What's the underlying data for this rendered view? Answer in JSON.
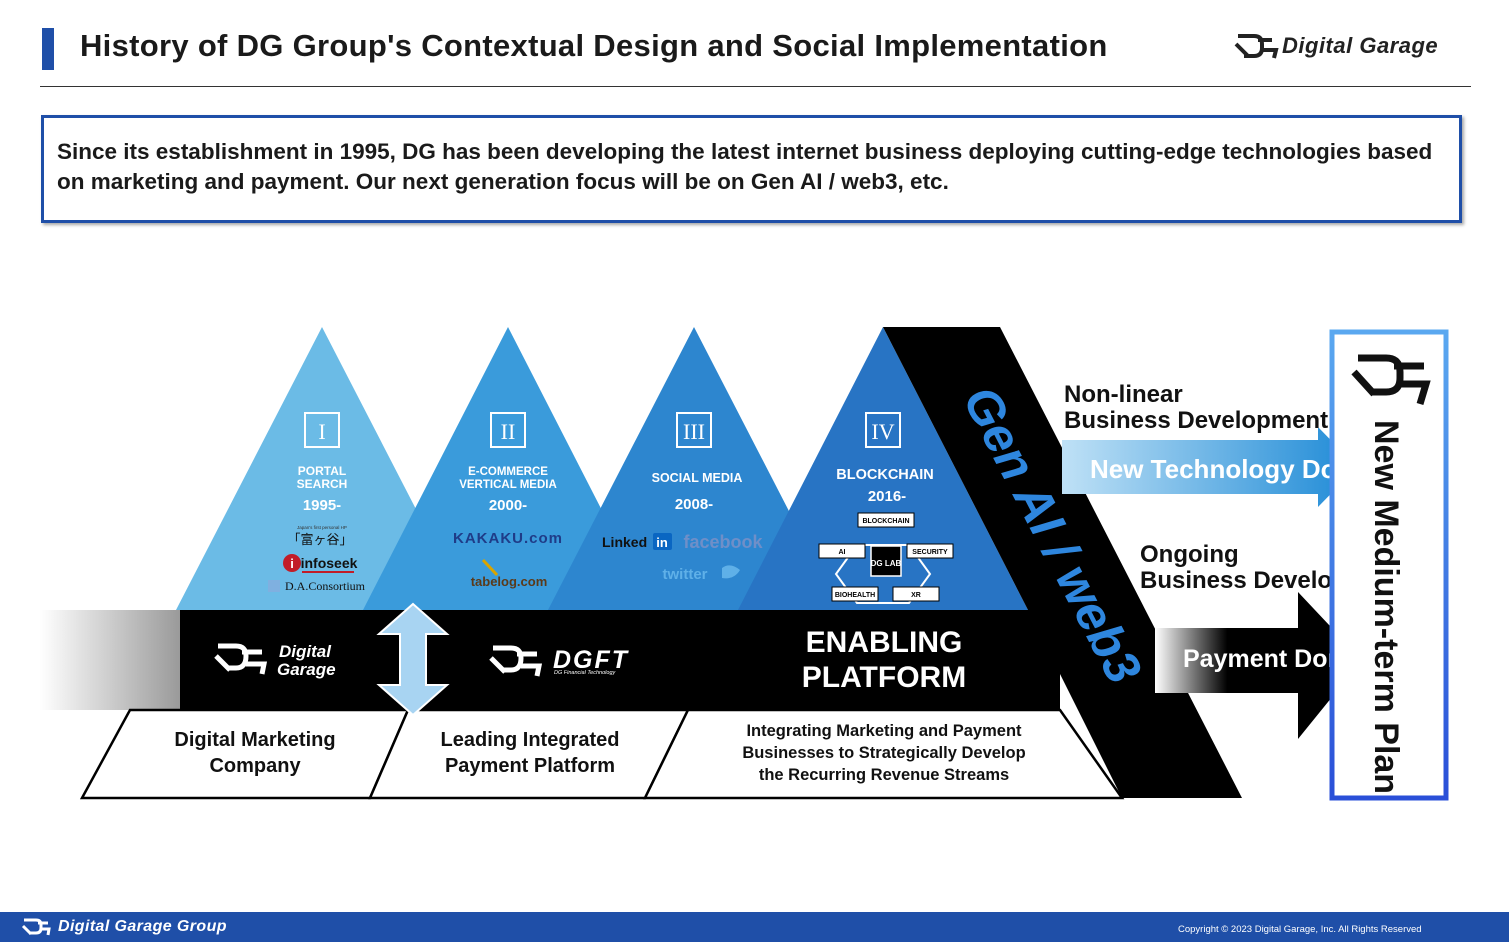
{
  "header": {
    "title": "History of DG Group's Contextual Design and Social Implementation",
    "brand": "Digital Garage"
  },
  "summary": "Since its establishment in 1995, DG has been developing the latest internet business deploying cutting-edge technologies based on marketing and payment. Our next generation focus will be on Gen AI / web3, etc.",
  "eras": [
    {
      "numeral": "I",
      "line1": "PORTAL",
      "line2": "SEARCH",
      "year": "1995-",
      "logos": [
        "「富ヶ谷」",
        "infoseek",
        "D.A.Consortium"
      ],
      "logo_caption": "Japan's first personal HP"
    },
    {
      "numeral": "II",
      "line1": "E-COMMERCE",
      "line2": "VERTICAL MEDIA",
      "year": "2000-",
      "logos": [
        "KAKAKU.com",
        "tabelog.com"
      ]
    },
    {
      "numeral": "III",
      "line1": "SOCIAL MEDIA",
      "line2": "",
      "year": "2008-",
      "logos": [
        "Linked",
        "in",
        "facebook",
        "twitter"
      ]
    },
    {
      "numeral": "IV",
      "line1": "BLOCKCHAIN",
      "line2": "",
      "year": "2016-",
      "labs": {
        "top": "BLOCKCHAIN",
        "left": "AI",
        "center": "DG LAB",
        "right": "SECURITY",
        "bottom_left": "BIOHEALTH",
        "bottom_right": "XR"
      }
    }
  ],
  "band": {
    "dg_brand": "Digital Garage",
    "dg_brand_l1": "Digital",
    "dg_brand_l2": "Garage",
    "dgft_brand": "DGFT",
    "dgft_sub": "DG Financial Technology",
    "enabling_l1": "ENABLING",
    "enabling_l2": "PLATFORM"
  },
  "roles": [
    {
      "l1": "Digital Marketing",
      "l2": "Company"
    },
    {
      "l1": "Leading Integrated",
      "l2": "Payment Platform"
    },
    {
      "l1": "Integrating Marketing and Payment",
      "l2": "Businesses to Strategically Develop",
      "l3": "the Recurring Revenue Streams"
    }
  ],
  "genai": "Gen AI / web3",
  "arrows": {
    "nonlinear_l1": "Non-linear",
    "nonlinear_l2": "Business Development",
    "new_tech": "New Technology Domain",
    "ongoing_l1": "Ongoing",
    "ongoing_l2": "Business Development",
    "payment": "Payment Domain"
  },
  "plan": "New Medium-term Plan",
  "footer": {
    "brand": "Digital Garage Group",
    "copyright": "Copyright © 2023 Digital Garage, Inc. All Rights Reserved"
  },
  "colors": {
    "brand_blue": "#1f4fa8",
    "tri1": "#6bbbe6",
    "tri2": "#3a9bdb",
    "tri3": "#2d86cf",
    "tri4": "#2874c4",
    "genai_text": "#2e86de"
  }
}
